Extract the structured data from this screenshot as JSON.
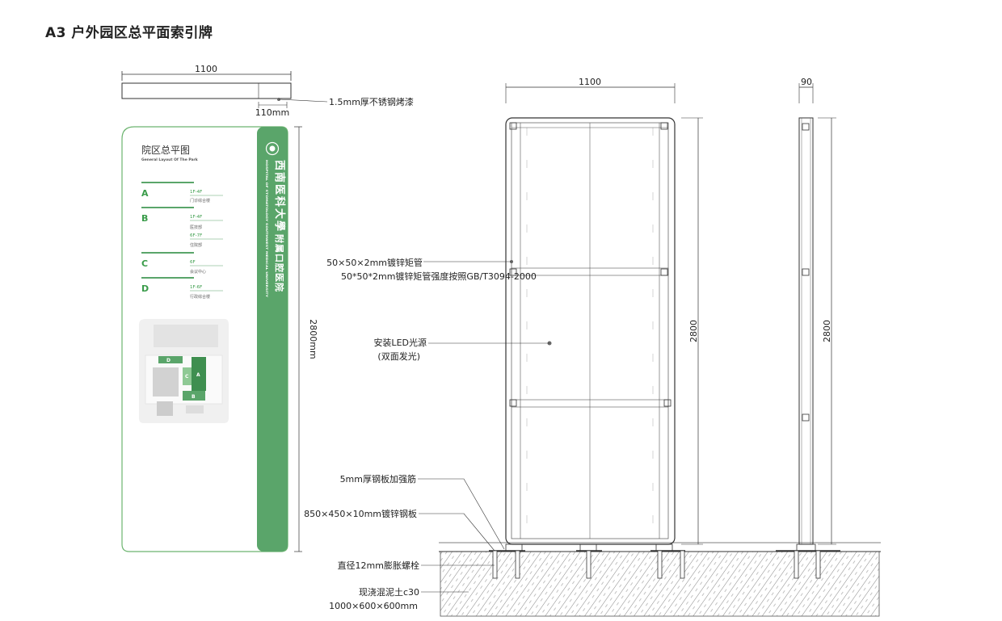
{
  "title": "A3 户外园区总平面索引牌",
  "top_view": {
    "width_dim": "1100",
    "inner_dim": "110mm",
    "material_note": "1.5mm厚不锈钢烤漆"
  },
  "sign_face": {
    "map_title": "院区总平图",
    "map_subtitle": "General Layout Of The Park",
    "zones": [
      {
        "letter": "A",
        "floors": [
          {
            "floor": "1F-4F",
            "desc": "门诊综合楼"
          }
        ]
      },
      {
        "letter": "B",
        "floors": [
          {
            "floor": "1F-4F",
            "desc": "医技部"
          },
          {
            "floor": "6F-7F",
            "desc": "住院部"
          }
        ]
      },
      {
        "letter": "C",
        "floors": [
          {
            "floor": "6F",
            "desc": "会议中心"
          }
        ]
      },
      {
        "letter": "D",
        "floors": [
          {
            "floor": "1F-6F",
            "desc": "行政综合楼"
          }
        ]
      }
    ],
    "map_labels": [
      "D",
      "C",
      "A",
      "B"
    ],
    "hospital_name_cn_top": "西南医科大學",
    "hospital_name_cn_bottom": "附属口腔医院",
    "hospital_name_en": "HOSPITAL OF STOMATOLOGY SOUTHWEST MEDICAL UNIVERSITY",
    "height_dim": "2800mm",
    "colors": {
      "brand_green": "#5aa56a",
      "outline": "#6cb46f"
    }
  },
  "front_view": {
    "width_dim": "1100",
    "height_dim": "2800",
    "notes": {
      "tube": "50×50×2mm镀锌矩管",
      "tube_spec": "50*50*2mm镀锌矩管强度按照GB/T3094-2000",
      "led_line1": "安装LED光源",
      "led_line2": "(双面发光)",
      "rib": "5mm厚钢板加强筋",
      "plate": "850×450×10mm镀锌钢板",
      "bolt": "直径12mm膨胀螺栓",
      "concrete_line1": "现浇混泥土c30",
      "concrete_line2": "1000×600×600mm"
    }
  },
  "side_view": {
    "width_dim": "90",
    "height_dim": "2800"
  }
}
